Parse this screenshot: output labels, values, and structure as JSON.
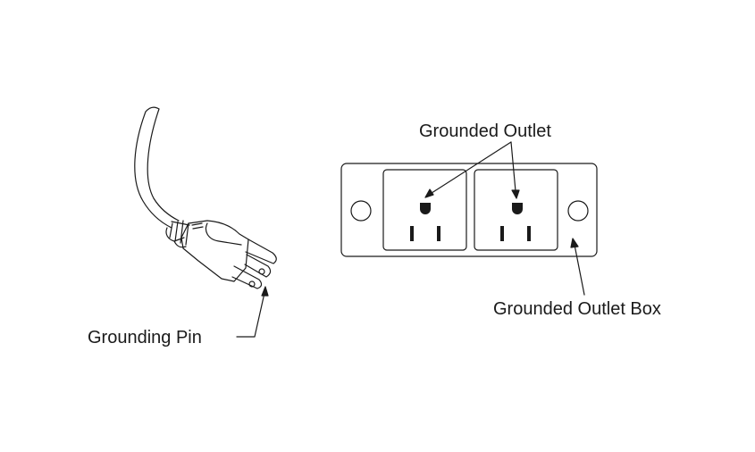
{
  "labels": {
    "grounding_pin": "Grounding Pin",
    "grounded_outlet": "Grounded Outlet",
    "grounded_outlet_box": "Grounded Outlet Box"
  },
  "colors": {
    "line": "#1a1a1a",
    "background": "#ffffff"
  }
}
